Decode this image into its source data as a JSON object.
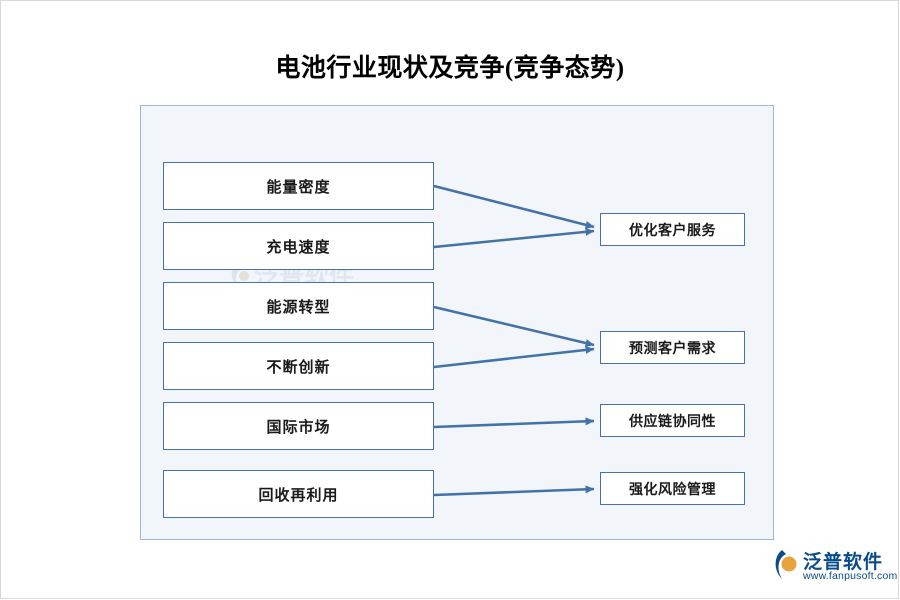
{
  "title": "电池行业现状及竞争(竞争态势)",
  "diagram": {
    "type": "flow-mapping",
    "left_nodes": [
      {
        "label": "能量密度"
      },
      {
        "label": "充电速度"
      },
      {
        "label": "能源转型"
      },
      {
        "label": "不断创新"
      },
      {
        "label": "国际市场"
      },
      {
        "label": "回收再利用"
      }
    ],
    "right_nodes": [
      {
        "label": "优化客户服务"
      },
      {
        "label": "预测客户需求"
      },
      {
        "label": "供应链协同性"
      },
      {
        "label": "强化风险管理"
      }
    ],
    "connections": [
      {
        "from": "能量密度",
        "to": "优化客户服务"
      },
      {
        "from": "充电速度",
        "to": "优化客户服务"
      },
      {
        "from": "能源转型",
        "to": "预测客户需求"
      },
      {
        "from": "不断创新",
        "to": "预测客户需求"
      },
      {
        "from": "国际市场",
        "to": "供应链协同性"
      },
      {
        "from": "回收再利用",
        "to": "强化风险管理"
      }
    ],
    "colors": {
      "panel_fill": "#f2f6fb",
      "panel_border": "#9fb6d4",
      "box_border": "#4472a8",
      "arrow": "#4472a8",
      "title_text": "#000000"
    }
  },
  "branding": {
    "logo_name": "泛普软件",
    "logo_url": "www.fanpusoft.com",
    "logo_color": "#0a4c8a",
    "watermark_text": "泛普软件"
  }
}
